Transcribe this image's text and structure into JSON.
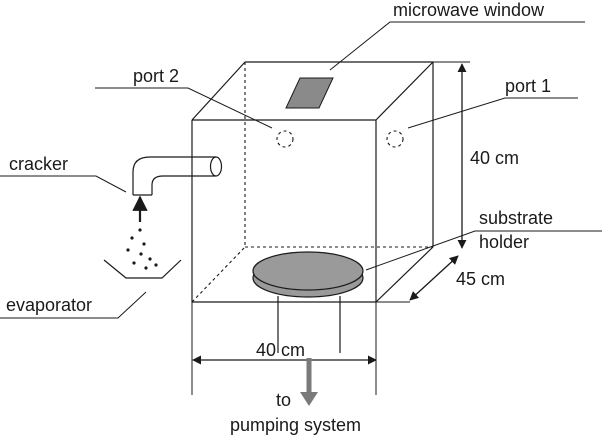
{
  "labels": {
    "microwave_window": "microwave window",
    "port2": "port 2",
    "port1": "port 1",
    "height": "40 cm",
    "cracker": "cracker",
    "substrate": "substrate",
    "holder": "holder",
    "depth": "45 cm",
    "evaporator": "evaporator",
    "width": "40 cm",
    "to": "to",
    "pumping_system": "pumping system"
  },
  "colors": {
    "line": "#1a1a1a",
    "window_fill": "#8a8a8a",
    "holder_fill": "#9a9a9a",
    "pump_arrow": "#7a7a7a"
  }
}
